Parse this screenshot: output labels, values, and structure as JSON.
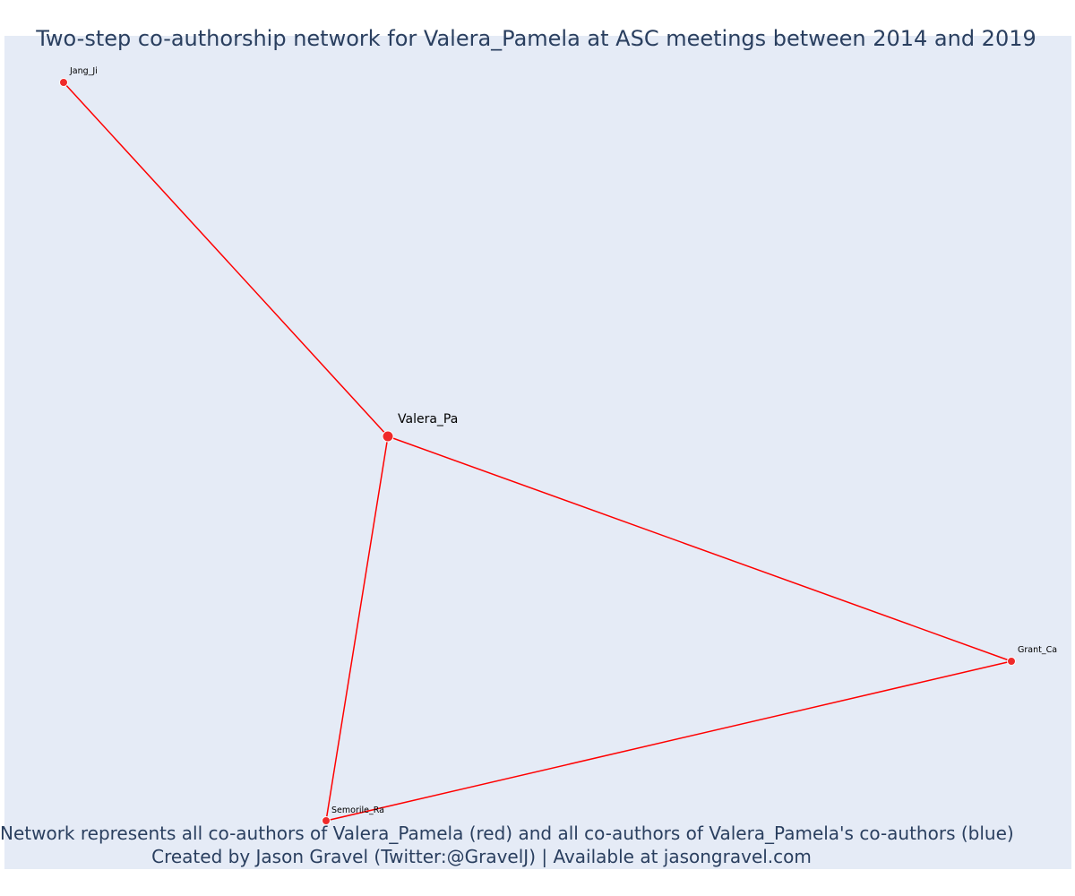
{
  "title": "Two-step co-authorship network for Valera_Pamela at ASC meetings between 2014 and 2019",
  "caption": {
    "line1": "Network represents all co-authors of Valera_Pamela (red) and all co-authors of Valera_Pamela's co-authors (blue)",
    "line2": "Created by Jason Gravel (Twitter:@GravelJ) | Available at jasongravel.com"
  },
  "colors": {
    "plot_background": "#e5ebf6",
    "edge": "#ff0000",
    "coauthor_node": "#ef2a2a",
    "text": "#2a3f5f"
  },
  "network": {
    "nodes": [
      {
        "id": "valera",
        "label": "Valera_Pa",
        "role": "focal"
      },
      {
        "id": "jang",
        "label": "Jang_Ji",
        "role": "coauthor"
      },
      {
        "id": "grant",
        "label": "Grant_Ca",
        "role": "coauthor"
      },
      {
        "id": "semorile",
        "label": "Semorile_Ra",
        "role": "coauthor"
      }
    ],
    "edges": [
      {
        "source": "valera",
        "target": "jang"
      },
      {
        "source": "valera",
        "target": "grant"
      },
      {
        "source": "valera",
        "target": "semorile"
      },
      {
        "source": "grant",
        "target": "semorile"
      }
    ]
  }
}
